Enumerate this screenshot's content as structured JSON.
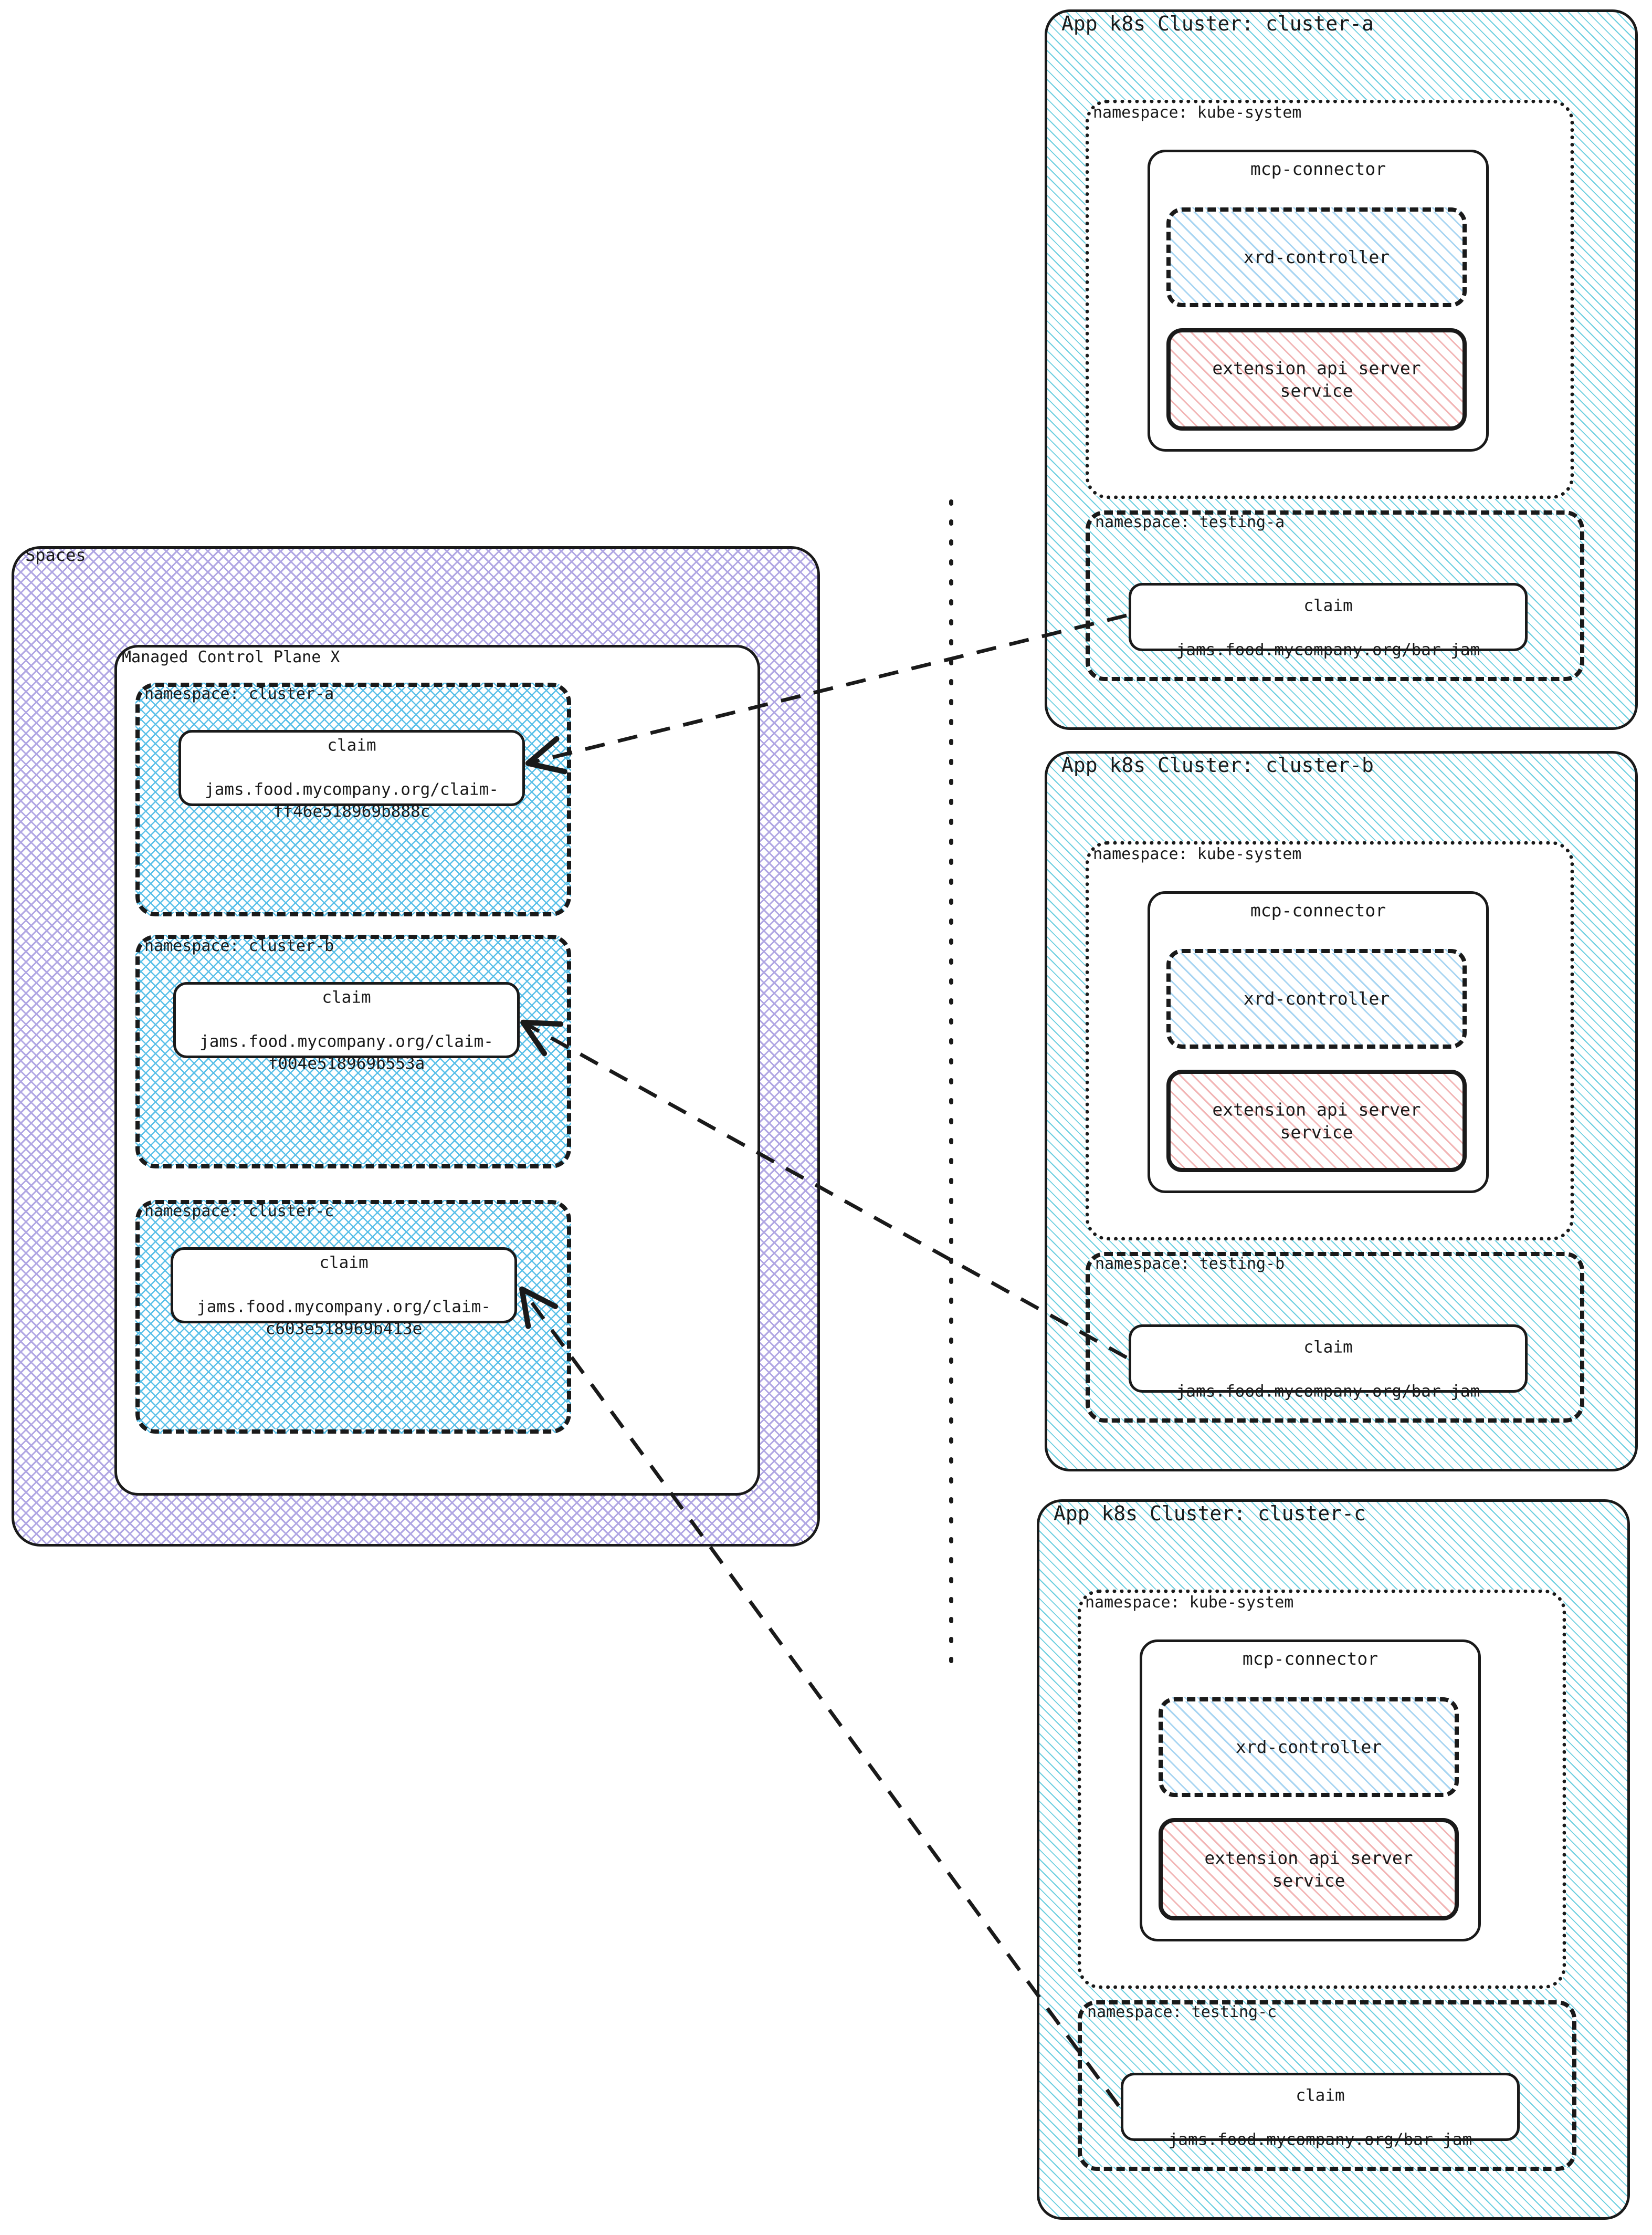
{
  "spaces": {
    "title": "Spaces",
    "control_plane": {
      "title": "Managed Control Plane X",
      "namespaces": [
        {
          "label": "namespace: cluster-a",
          "claim": {
            "kind": "claim",
            "ref": "jams.food.mycompany.org/claim-\nff46e518969b888c"
          }
        },
        {
          "label": "namespace: cluster-b",
          "claim": {
            "kind": "claim",
            "ref": "jams.food.mycompany.org/claim-\nf004e518969b553a"
          }
        },
        {
          "label": "namespace: cluster-c",
          "claim": {
            "kind": "claim",
            "ref": "jams.food.mycompany.org/claim-\nc603e518969b413e"
          }
        }
      ]
    }
  },
  "clusters": [
    {
      "title": "App k8s Cluster: cluster-a",
      "kube_system": {
        "label": "namespace: kube-system",
        "mcp_connector": {
          "title": "mcp-connector",
          "xrd_controller": "xrd-controller",
          "extension_api": "extension api server\nservice"
        }
      },
      "testing_namespace": {
        "label": "namespace: testing-a",
        "claim": {
          "kind": "claim",
          "ref": "jams.food.mycompany.org/bar-jam"
        }
      }
    },
    {
      "title": "App k8s Cluster: cluster-b",
      "kube_system": {
        "label": "namespace: kube-system",
        "mcp_connector": {
          "title": "mcp-connector",
          "xrd_controller": "xrd-controller",
          "extension_api": "extension api server\nservice"
        }
      },
      "testing_namespace": {
        "label": "namespace: testing-b",
        "claim": {
          "kind": "claim",
          "ref": "jams.food.mycompany.org/bar-jam"
        }
      }
    },
    {
      "title": "App k8s Cluster: cluster-c",
      "kube_system": {
        "label": "namespace: kube-system",
        "mcp_connector": {
          "title": "mcp-connector",
          "xrd_controller": "xrd-controller",
          "extension_api": "extension api server\nservice"
        }
      },
      "testing_namespace": {
        "label": "namespace: testing-c",
        "claim": {
          "kind": "claim",
          "ref": "jams.food.mycompany.org/bar-jam"
        }
      }
    }
  ],
  "colors": {
    "stroke": "#1a1a1a",
    "cluster_hatch": "#6ccfe0",
    "namespace_crosshatch": "#58bfe8",
    "spaces_crosshatch": "#b0a6e3",
    "xrd_hatch": "#a8d5f2",
    "extension_hatch": "#f2b5b5",
    "background": "#ffffff"
  }
}
